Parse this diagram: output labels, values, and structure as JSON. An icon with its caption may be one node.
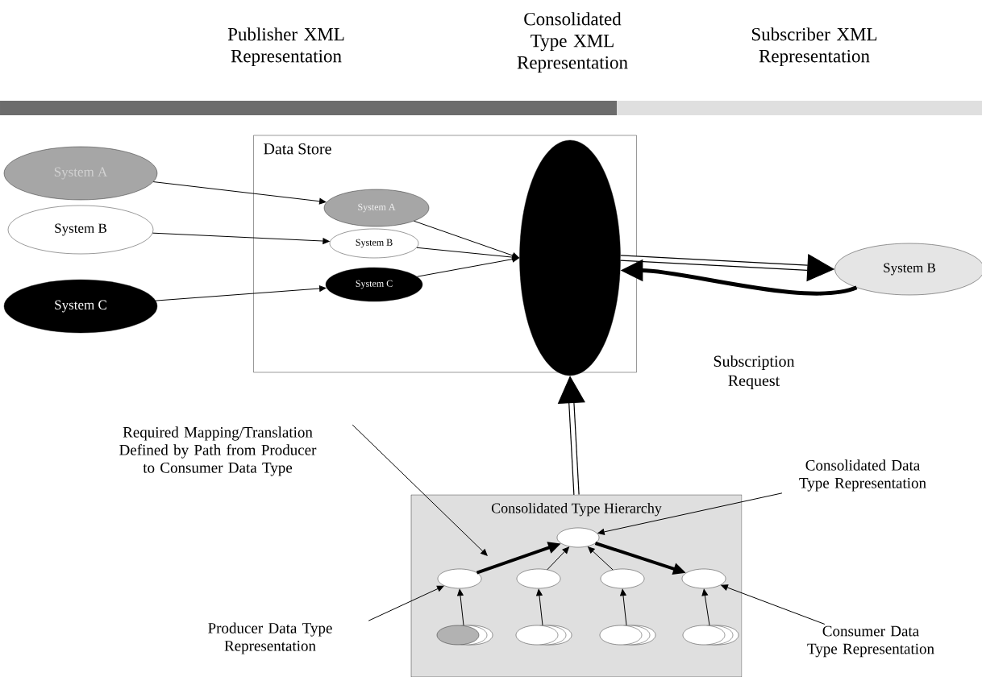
{
  "diagram": {
    "nodes": [
      {
        "text": [
          "Data Store"
        ]
      },
      {
        "text": [
          "System A"
        ]
      },
      {
        "text": [
          "System B"
        ]
      },
      {
        "text": [
          "System C"
        ]
      },
      {
        "text": [
          "System A"
        ],
        "in": 0
      },
      {
        "text": [
          "System B"
        ],
        "in": 0
      },
      {
        "text": [
          "System C"
        ],
        "in": 0
      },
      {
        "text": [],
        "shape": "ellipse",
        "in": 0
      },
      {
        "text": [
          "System B"
        ]
      },
      {
        "text": [
          "Consolidated Type Hierarchy"
        ]
      },
      {
        "text": [],
        "shape": "ellipse",
        "in": 9
      },
      {
        "text": [],
        "shape": "ellipse",
        "in": 9
      },
      {
        "text": [],
        "shape": "ellipse",
        "in": 9
      },
      {
        "text": [],
        "shape": "ellipse",
        "in": 9
      },
      {
        "text": [],
        "shape": "ellipse",
        "in": 9
      },
      {
        "text": [],
        "shape": "ellipse",
        "in": 9
      },
      {
        "text": [],
        "shape": "ellipse",
        "in": 9
      },
      {
        "text": [],
        "shape": "ellipse",
        "in": 9
      },
      {
        "text": [],
        "shape": "ellipse",
        "in": 9
      },
      {
        "text": [
          "Required Mapping/Translation Defined by Path from Producer to Consumer Data Type"
        ]
      },
      {
        "text": [
          "Consolidated Data Type Representation"
        ]
      },
      {
        "text": [
          "Producer Data Type Representation"
        ]
      },
      {
        "text": [
          "Consumer Data Type Representation"
        ]
      }
    ],
    "edges": [
      {
        "from": 1,
        "to": 4,
        "arrow": "to"
      },
      {
        "from": 2,
        "to": 5,
        "arrow": "to"
      },
      {
        "from": 3,
        "to": 6,
        "arrow": "to"
      },
      {
        "from": 4,
        "to": 7,
        "arrow": "to"
      },
      {
        "from": 5,
        "to": 7,
        "arrow": "to"
      },
      {
        "from": 6,
        "to": 7,
        "arrow": "to"
      },
      {
        "from": 7,
        "to": 8,
        "arrow": "to",
        "style": "thick"
      },
      {
        "from": 8,
        "to": 7,
        "arrow": "to",
        "style": "thick",
        "label": "Subscription Request"
      },
      {
        "from": 9,
        "to": 7,
        "arrow": "to",
        "style": "thick"
      },
      {
        "from": 11,
        "to": 10,
        "arrow": "to",
        "style": "thick"
      },
      {
        "from": 10,
        "to": 14,
        "arrow": "to",
        "style": "thick"
      },
      {
        "from": 12,
        "to": 10,
        "arrow": "to"
      },
      {
        "from": 13,
        "to": 10,
        "arrow": "to"
      },
      {
        "from": 15,
        "to": 11,
        "arrow": "to"
      },
      {
        "from": 16,
        "to": 12,
        "arrow": "to"
      },
      {
        "from": 17,
        "to": 13,
        "arrow": "to"
      },
      {
        "from": 18,
        "to": 14,
        "arrow": "to"
      },
      {
        "from": 19,
        "to": null,
        "arrow": "to"
      },
      {
        "from": 20,
        "to": 10,
        "arrow": "to"
      },
      {
        "from": 21,
        "to": 11,
        "arrow": "to"
      },
      {
        "from": 22,
        "to": 14,
        "arrow": "to"
      }
    ],
    "labels": [
      "Publisher XML Representation",
      "Consolidated Type XML Representation",
      "Subscriber XML Representation"
    ]
  }
}
